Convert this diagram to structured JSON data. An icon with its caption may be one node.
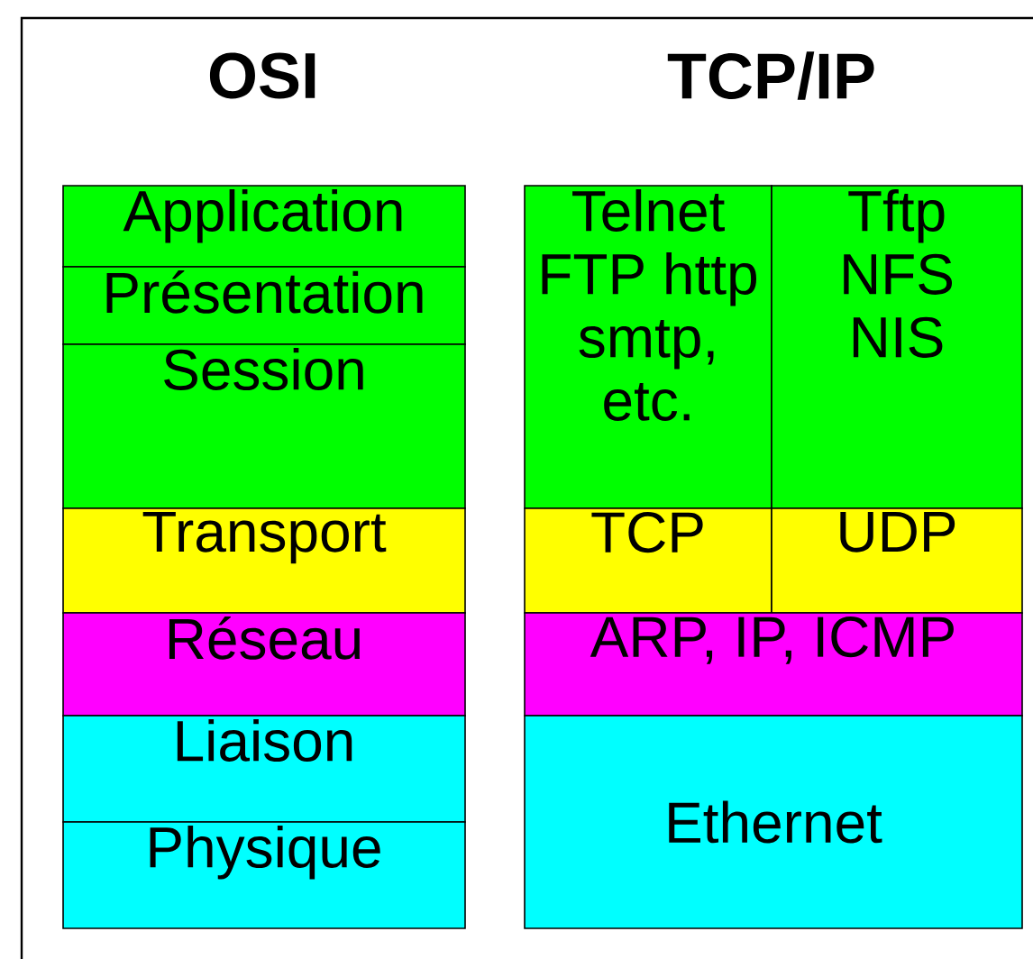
{
  "diagram": {
    "nodes": [
      {
        "text": [
          "Application"
        ]
      },
      {
        "text": [
          "Présentation"
        ]
      },
      {
        "text": [
          "Session"
        ]
      },
      {
        "text": [
          "Transport"
        ]
      },
      {
        "text": [
          "Réseau"
        ]
      },
      {
        "text": [
          "Liaison"
        ]
      },
      {
        "text": [
          "Physique"
        ]
      },
      {
        "text": [
          "Telnet FTP http smtp, etc."
        ]
      },
      {
        "text": [
          "Tftp NFS NIS"
        ]
      },
      {
        "text": [
          "TCP"
        ]
      },
      {
        "text": [
          "UDP"
        ]
      },
      {
        "text": [
          "ARP, IP, ICMP"
        ]
      },
      {
        "text": [
          "Ethernet"
        ]
      }
    ],
    "labels": [
      "OSI",
      "TCP/IP"
    ]
  }
}
